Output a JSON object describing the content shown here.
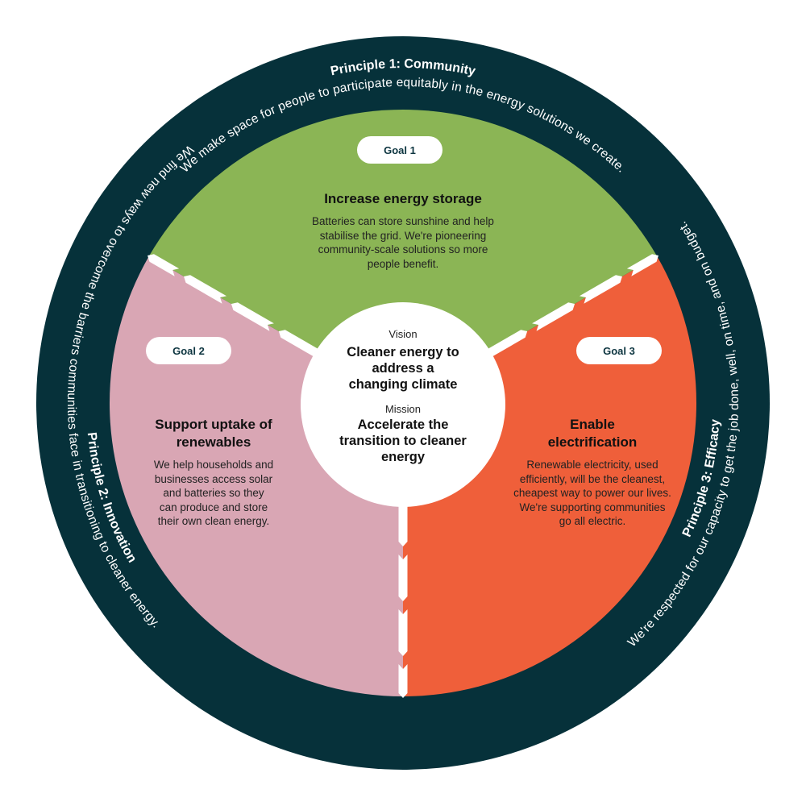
{
  "colors": {
    "ring": "#06313a",
    "goal1": "#8bb555",
    "goal2": "#d9a6b4",
    "goal3": "#ef5f3a",
    "center": "#ffffff",
    "divider": "#ffffff",
    "pill_text": "#0d3540"
  },
  "principles": [
    {
      "title": "Principle 1: Community",
      "text": "We make space for people to participate equitably in the energy solutions we create."
    },
    {
      "title": "Principle 2: Innovation",
      "text": "We find new ways to overcome the barriers communities face in transitioning to cleaner energy."
    },
    {
      "title": "Principle 3: Efficacy",
      "text": "We're respected for our capacity to get the job done, well, on time, and on budget."
    }
  ],
  "goals": [
    {
      "label": "Goal 1",
      "title": "Increase energy storage",
      "description": "Batteries can store sunshine and help stabilise the grid. We're pioneering community-scale solutions so more people benefit."
    },
    {
      "label": "Goal 2",
      "title": "Support uptake of renewables",
      "description": "We help households and businesses access solar and batteries so they can produce and store their own clean energy."
    },
    {
      "label": "Goal 3",
      "title": "Enable electrification",
      "description": "Renewable electricity, used efficiently, will be the cleanest, cheapest way to power our lives. We're supporting communities go all electric."
    }
  ],
  "center": {
    "vision_label": "Vision",
    "vision_text": "Cleaner energy to address a changing climate",
    "mission_label": "Mission",
    "mission_text": "Accelerate the transition to cleaner energy"
  }
}
